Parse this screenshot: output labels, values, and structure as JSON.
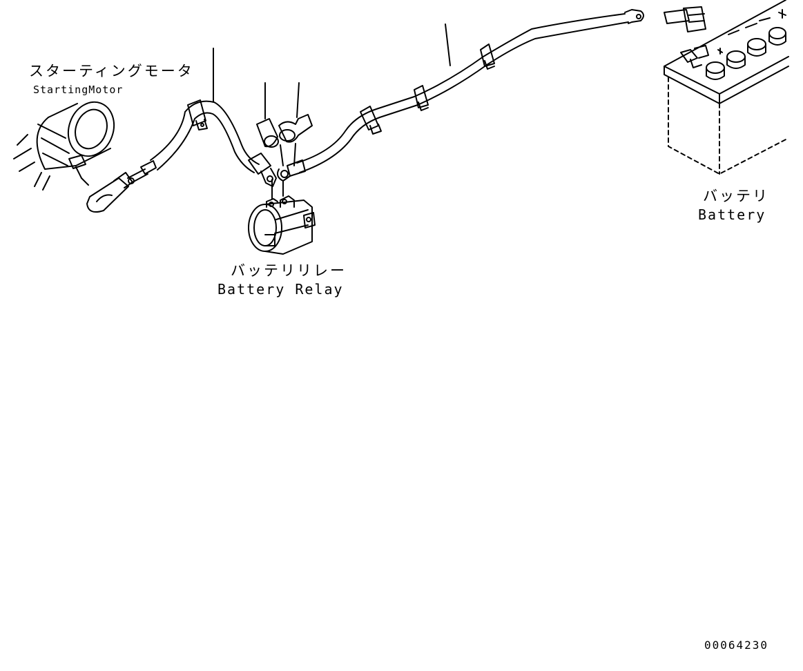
{
  "labels": {
    "starting_motor_jp": "スターティングモータ",
    "starting_motor_en": "StartingMotor",
    "battery_relay_jp": "バッテリリレー",
    "battery_relay_en": "Battery Relay",
    "battery_jp": "バッテリ",
    "battery_en": "Battery"
  },
  "drawing_number": "00064230",
  "colors": {
    "line": "#000000",
    "background": "#ffffff"
  }
}
